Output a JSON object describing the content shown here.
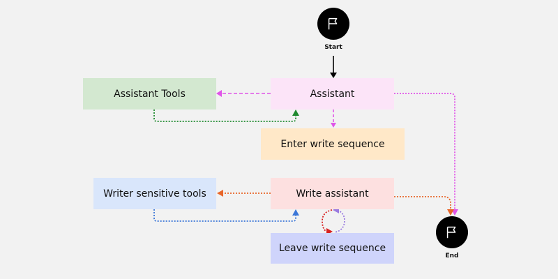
{
  "diagram": {
    "start": {
      "label": "Start",
      "icon": "flag-icon"
    },
    "end": {
      "label": "End",
      "icon": "flag-icon"
    },
    "nodes": {
      "assistant_tools": {
        "label": "Assistant Tools",
        "color": "#d3e8d0"
      },
      "assistant": {
        "label": "Assistant",
        "color": "#fce4f8"
      },
      "enter_write_sequence": {
        "label": "Enter write sequence",
        "color": "#ffe8c8"
      },
      "writer_sensitive_tools": {
        "label": "Writer sensitive tools",
        "color": "#d9e6fb"
      },
      "write_assistant": {
        "label": "Write assistant",
        "color": "#fde0e0"
      },
      "leave_write_sequence": {
        "label": "Leave write sequence",
        "color": "#cfd4fb"
      }
    },
    "edge_colors": {
      "start_to_assistant": "#000000",
      "assistant_to_tools": "#e055e8",
      "tools_to_assistant": "#1e8a2e",
      "assistant_to_enter": "#e055e8",
      "assistant_to_end": "#e055e8",
      "write_to_sensitive": "#e8662a",
      "sensitive_to_write": "#3a76d8",
      "write_to_end": "#e8662a",
      "loop_a": "#9a7be0",
      "loop_b": "#d82020"
    }
  }
}
